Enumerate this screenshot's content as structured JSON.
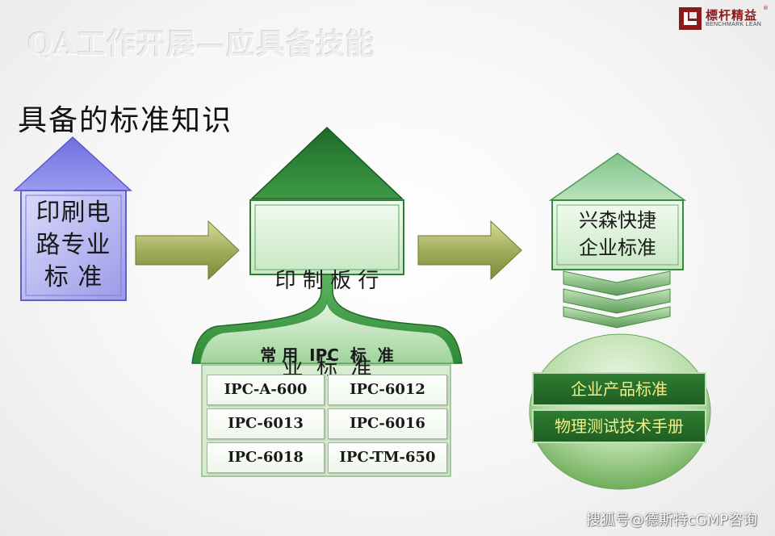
{
  "slide_title": "QA工作开展—应具备技能",
  "logo": {
    "name": "標杆精益",
    "sub": "BENCHMARK LEAN",
    "reg": "®"
  },
  "section_heading": "具备的标准知识",
  "boxes": {
    "pcb_professional": {
      "lines": [
        "印刷电",
        "路专业",
        "标 准"
      ]
    },
    "pcb_industry": {
      "lines": [
        "印 制 板 行",
        "业  标  准"
      ]
    },
    "xingsen_enterprise": {
      "lines": [
        "兴森快捷",
        "企业标准"
      ]
    }
  },
  "ipc_panel": {
    "header": "常 用  IPC  标  准",
    "items": [
      "IPC-A-600",
      "IPC-6012",
      "IPC-6013",
      "IPC-6016",
      "IPC-6018",
      "IPC-TM-650"
    ]
  },
  "enterprise_items": [
    "企业产品标准",
    "物理测试技术手册"
  ],
  "watermark": "搜狐号@德斯特cGMP咨询",
  "colors": {
    "blue_house": "#8c8ce6",
    "dark_green": "#2e7d32",
    "light_green": "#a5d6a7",
    "arrow": "#a8b060"
  }
}
